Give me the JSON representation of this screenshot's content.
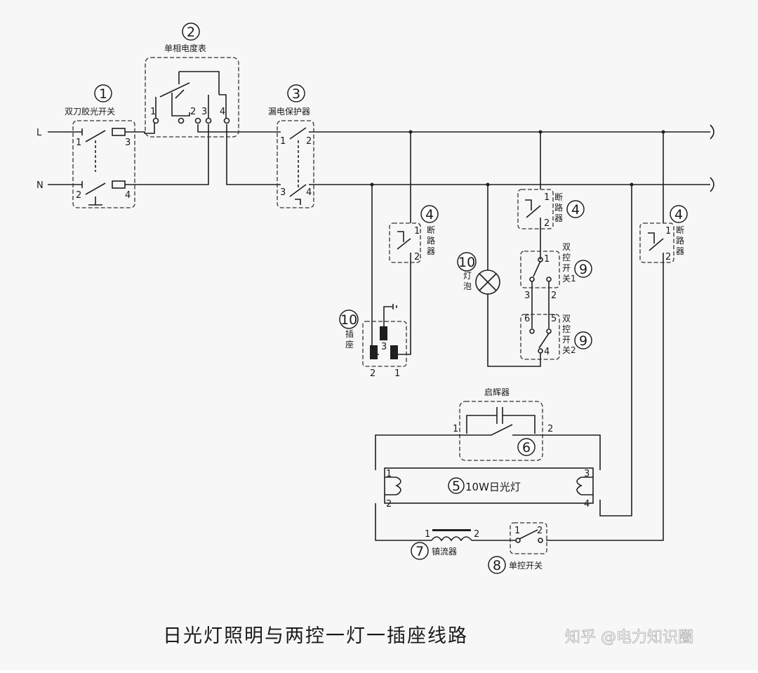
{
  "title": "日光灯照明与两控一灯一插座线路",
  "watermark": "知乎 @电力知识圈",
  "lines": {
    "L": "L",
    "N": "N"
  },
  "components": {
    "c1": {
      "num": "1",
      "label": "双刀胶光开关",
      "terminals": [
        "1",
        "2",
        "3",
        "4"
      ]
    },
    "c2": {
      "num": "2",
      "label": "单相电度表",
      "terminals": [
        "1",
        "2",
        "3",
        "4"
      ]
    },
    "c3": {
      "num": "3",
      "label": "漏电保护器",
      "terminals": [
        "1",
        "2",
        "3",
        "4"
      ]
    },
    "c4a": {
      "num": "4",
      "label": "断路器",
      "terminals": [
        "1",
        "2"
      ]
    },
    "c4b": {
      "num": "4",
      "label": "断路器",
      "terminals": [
        "1",
        "2"
      ]
    },
    "c4c": {
      "num": "4",
      "label": "断路器",
      "terminals": [
        "1",
        "2"
      ]
    },
    "c5": {
      "num": "5",
      "label": "10W日光灯",
      "terminals": [
        "1",
        "2",
        "3",
        "4"
      ]
    },
    "c6": {
      "num": "6",
      "label": "启辉器",
      "terminals": [
        "1",
        "2"
      ]
    },
    "c7": {
      "num": "7",
      "label": "镇流器",
      "terminals": [
        "1",
        "2"
      ]
    },
    "c8": {
      "num": "8",
      "label": "单控开关",
      "terminals": [
        "1",
        "2"
      ]
    },
    "c9a": {
      "num": "9",
      "label": "双控开关1",
      "terminals": [
        "1",
        "2",
        "3"
      ]
    },
    "c9b": {
      "num": "9",
      "label": "双控开关2",
      "terminals": [
        "4",
        "5",
        "6"
      ]
    },
    "c10a": {
      "num": "10",
      "label": "灯泡"
    },
    "c10b": {
      "num": "10",
      "label": "插座",
      "terminals": [
        "1",
        "2",
        "3"
      ]
    }
  }
}
